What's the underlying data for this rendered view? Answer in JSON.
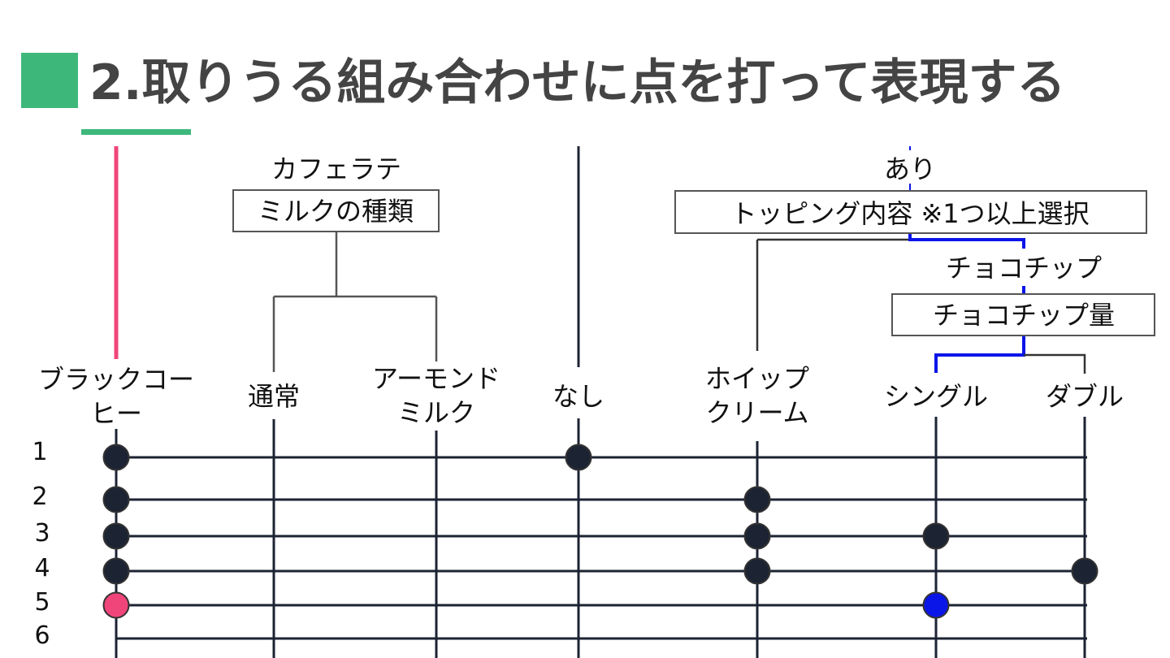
{
  "title": "2.取りうる組み合わせに点を打って表現する",
  "colors": {
    "accent_green": "#3db87a",
    "title_text": "#444444",
    "line_dark": "#1c2333",
    "box_border": "#555555",
    "highlight_pink": "#f0457a",
    "highlight_blue": "#0a16e8",
    "dot_dark": "#1c2333"
  },
  "header_labels": {
    "caffe_latte": "カフェラテ",
    "ari": "あり"
  },
  "boxes": {
    "milk_type": "ミルクの種類",
    "topping": "トッピング内容 ※1つ以上選択",
    "choco_amount": "チョコチップ量"
  },
  "sub_labels": {
    "choco_chip": "チョコチップ"
  },
  "columns": [
    {
      "id": "black",
      "lines": [
        "ブラックコー",
        "ヒー"
      ]
    },
    {
      "id": "normal",
      "lines": [
        "通常"
      ]
    },
    {
      "id": "almond",
      "lines": [
        "アーモンド",
        "ミルク"
      ]
    },
    {
      "id": "none",
      "lines": [
        "なし"
      ]
    },
    {
      "id": "whip",
      "lines": [
        "ホイップ",
        "クリーム"
      ]
    },
    {
      "id": "single",
      "lines": [
        "シングル"
      ]
    },
    {
      "id": "double",
      "lines": [
        "ダブル"
      ]
    }
  ],
  "rows": [
    {
      "label": "1",
      "dots": [
        {
          "col": "black",
          "style": "dark"
        },
        {
          "col": "none",
          "style": "dark"
        }
      ]
    },
    {
      "label": "2",
      "dots": [
        {
          "col": "black",
          "style": "dark"
        },
        {
          "col": "whip",
          "style": "dark"
        }
      ]
    },
    {
      "label": "3",
      "dots": [
        {
          "col": "black",
          "style": "dark"
        },
        {
          "col": "whip",
          "style": "dark"
        },
        {
          "col": "single",
          "style": "dark"
        }
      ]
    },
    {
      "label": "4",
      "dots": [
        {
          "col": "black",
          "style": "dark"
        },
        {
          "col": "whip",
          "style": "dark"
        },
        {
          "col": "double",
          "style": "dark"
        }
      ]
    },
    {
      "label": "5",
      "dots": [
        {
          "col": "black",
          "style": "pink"
        },
        {
          "col": "single",
          "style": "blue"
        }
      ]
    },
    {
      "label": "6",
      "dots": []
    }
  ]
}
